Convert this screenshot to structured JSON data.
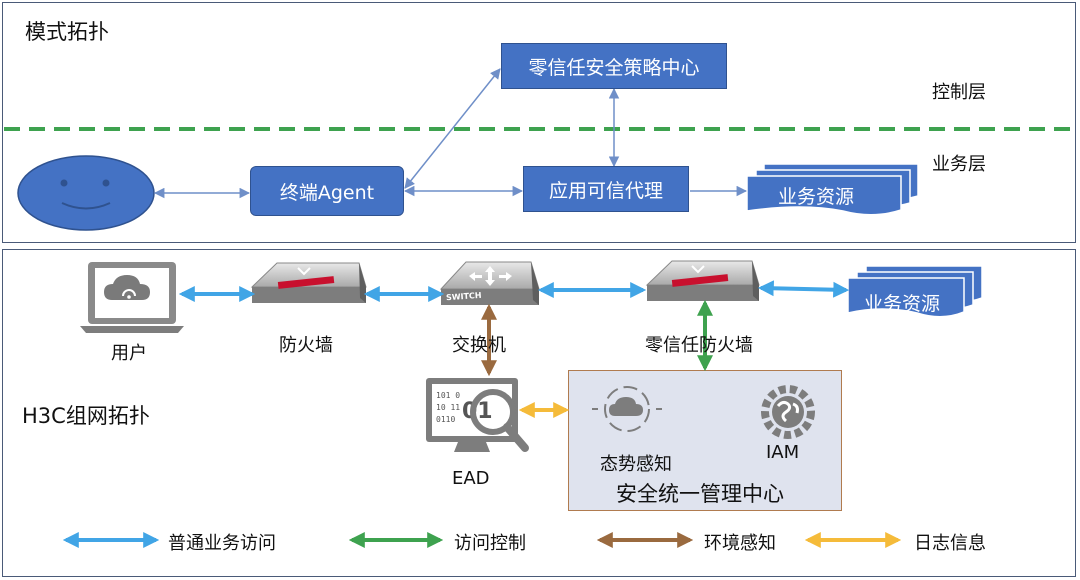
{
  "top_section": {
    "title": "模式拓扑",
    "control_layer": "控制层",
    "business_layer": "业务层",
    "policy_center": "零信任安全策略中心",
    "terminal_agent": "终端Agent",
    "trusted_proxy": "应用可信代理",
    "resources": "业务资源"
  },
  "bottom_section": {
    "title": "H3C组网拓扑",
    "user": "用户",
    "firewall": "防火墙",
    "switch": "交换机",
    "switch_text": "SWITCH",
    "zt_firewall": "零信任防火墙",
    "resources": "业务资源",
    "ead": "EAD",
    "situation": "态势感知",
    "iam": "IAM",
    "mgmt_center": "安全统一管理中心"
  },
  "legend": [
    {
      "label": "普通业务访问",
      "color": "#41a5e6"
    },
    {
      "label": "访问控制",
      "color": "#3ea24f"
    },
    {
      "label": "环境感知",
      "color": "#9a6a3f"
    },
    {
      "label": "日志信息",
      "color": "#f5bb3a"
    }
  ],
  "colors": {
    "box_blue": "#4472c4",
    "dashed_green": "#3ea24f",
    "arrow_line": "#6f8fc8"
  }
}
